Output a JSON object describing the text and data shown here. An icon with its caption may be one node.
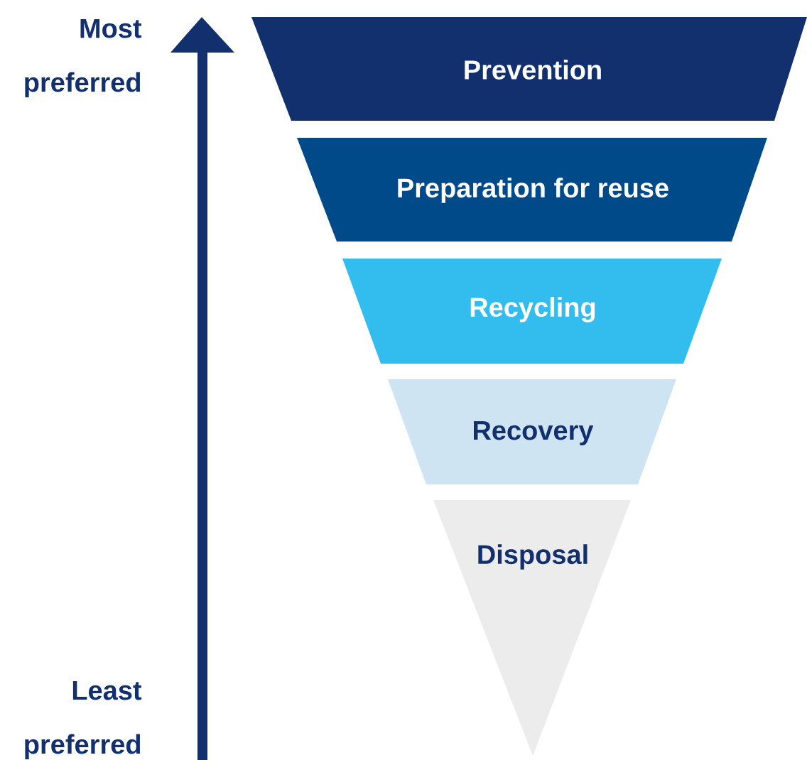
{
  "diagram": {
    "nodes": [
      {
        "text": [
          "Prevention"
        ]
      },
      {
        "text": [
          "Preparation for reuse"
        ]
      },
      {
        "text": [
          "Recycling"
        ]
      },
      {
        "text": [
          "Recovery"
        ]
      },
      {
        "text": [
          "Disposal"
        ]
      }
    ],
    "labels": [
      "Most preferred",
      "Least preferred"
    ]
  }
}
